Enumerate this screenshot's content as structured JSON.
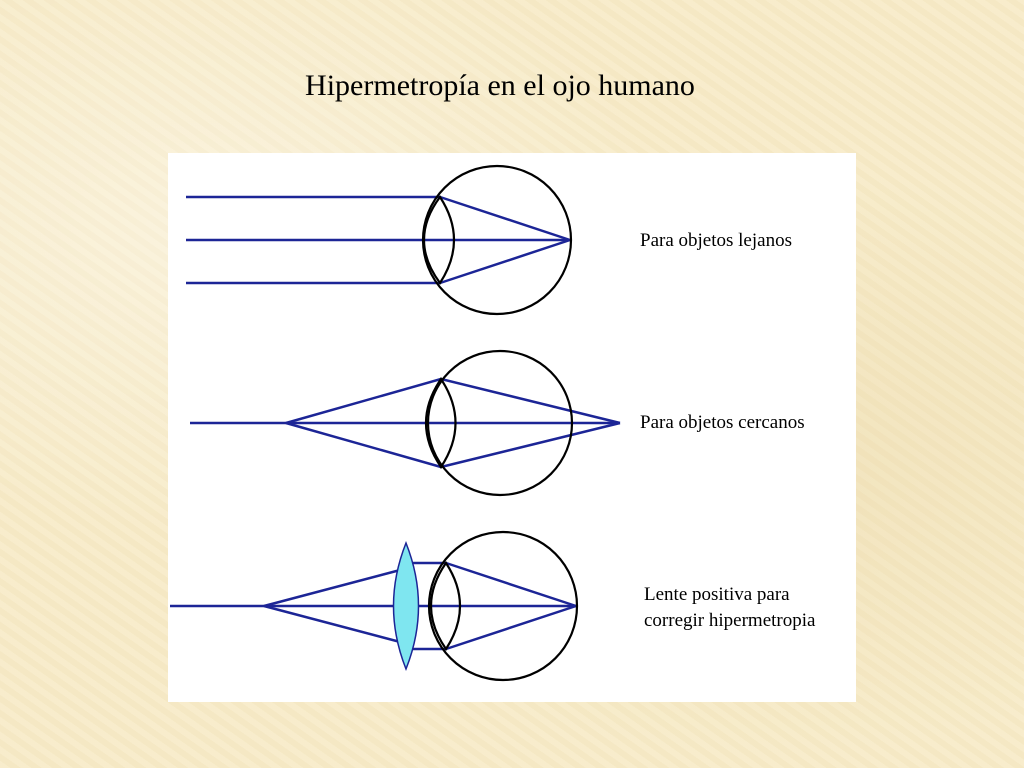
{
  "title": "Hipermetropía en el ojo humano",
  "captions": {
    "far": "Para objetos lejanos",
    "near": "Para objetos cercanos",
    "correction_line1": "Lente positiva para",
    "correction_line2": "corregir hipermetropia"
  },
  "colors": {
    "ray": "#1c2596",
    "eye_outline": "#000000",
    "lens_fill": "#7fe6f0",
    "panel": "#ffffff"
  },
  "icons": {
    "eye": "eye-icon",
    "lens": "convex-lens-icon"
  }
}
